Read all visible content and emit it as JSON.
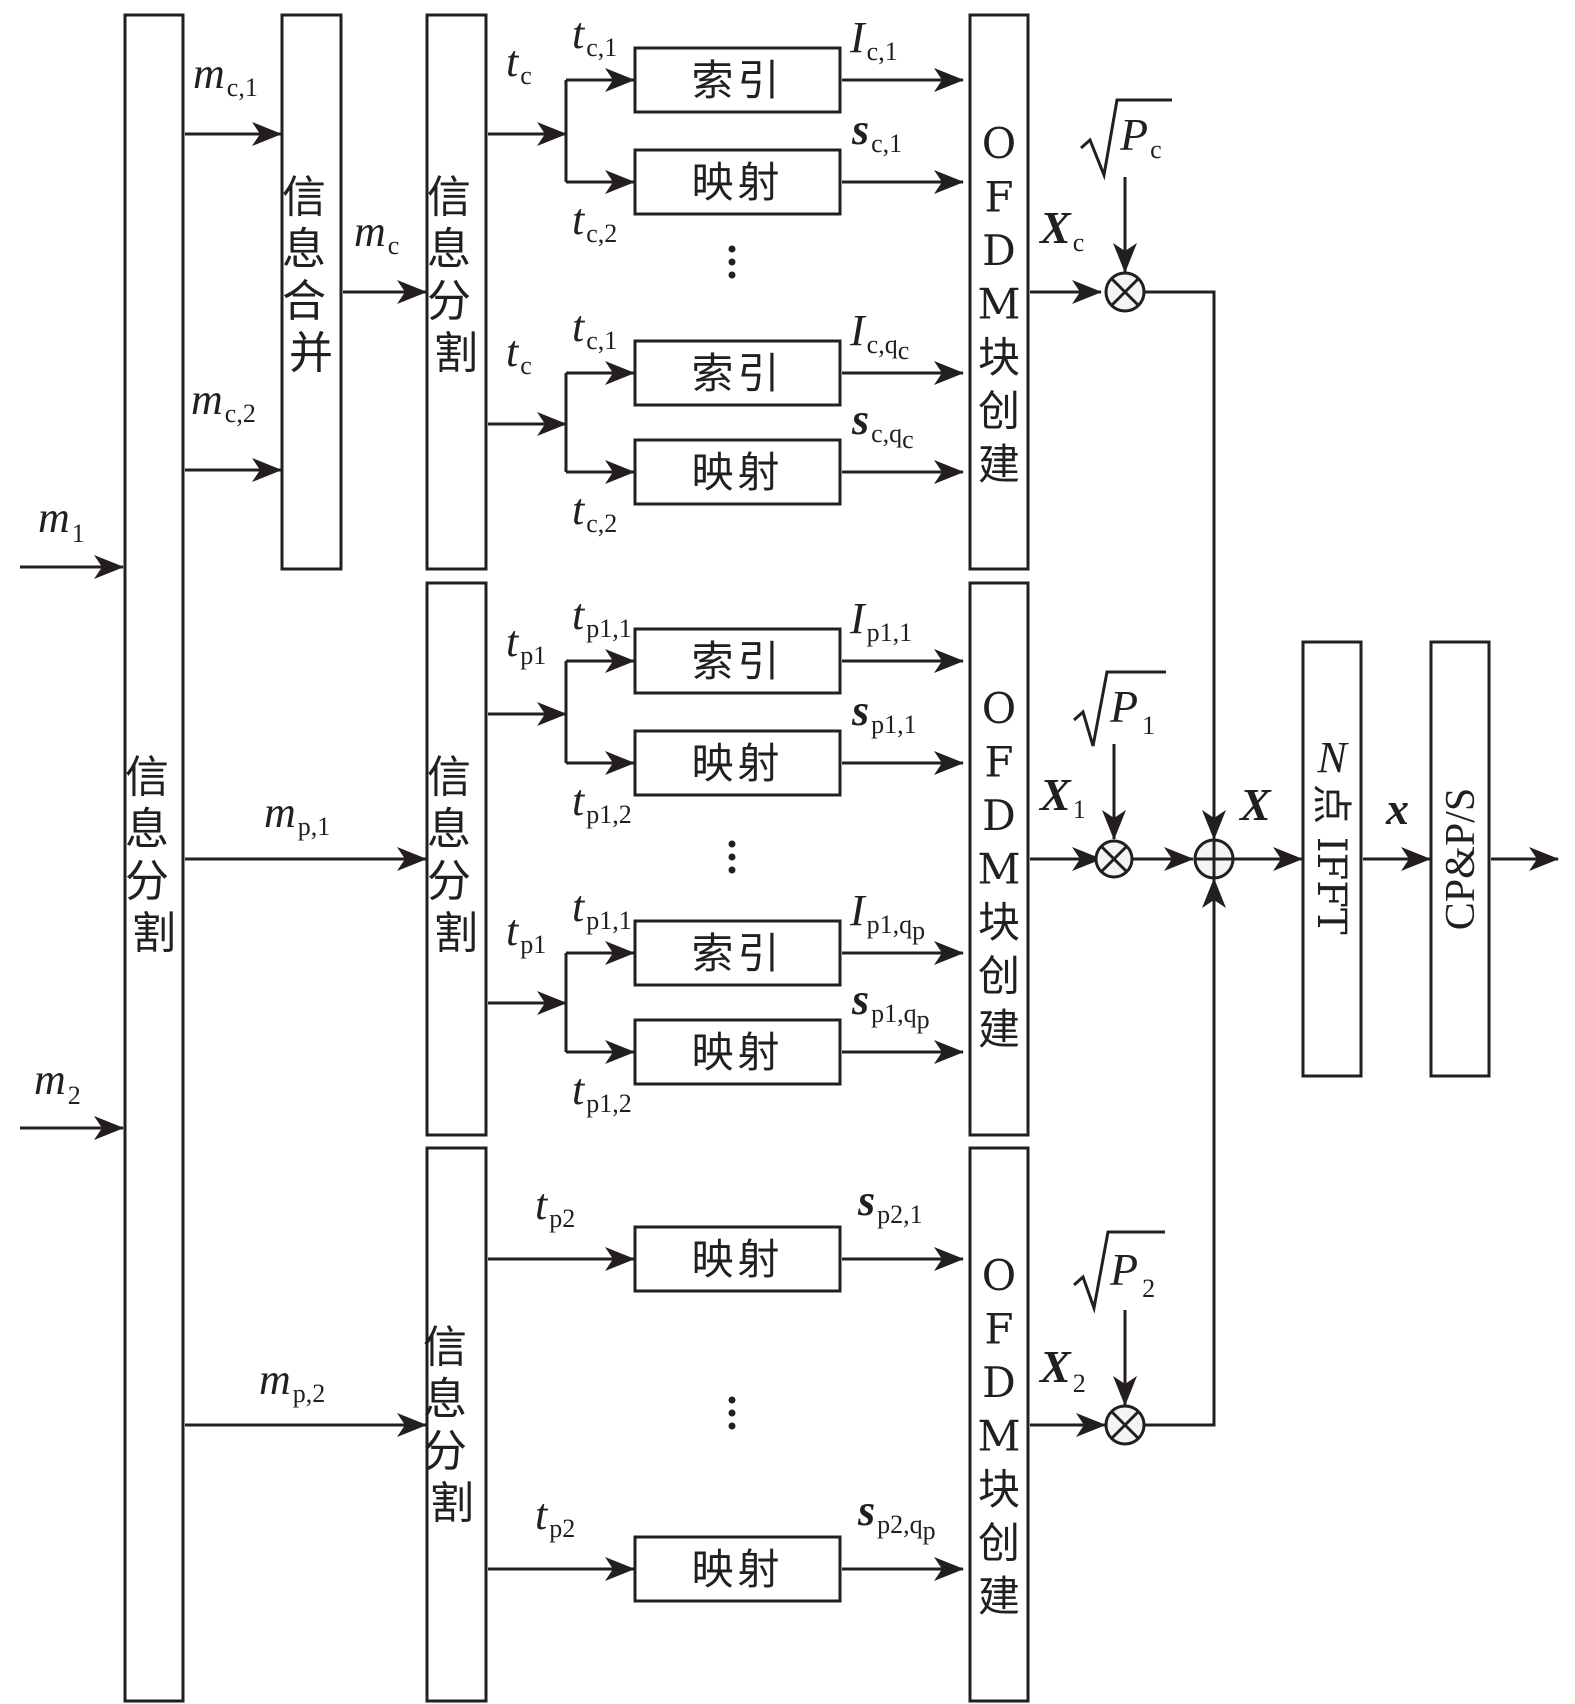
{
  "diagram": {
    "inputs": [
      {
        "symbol": "m",
        "sub": "1"
      },
      {
        "symbol": "m",
        "sub": "2"
      }
    ],
    "blocks": {
      "split_main": "信息分割",
      "merge": "信息合并",
      "split_c": "信息分割",
      "split_p1": "信息分割",
      "split_p2": "信息分割",
      "index": "索引",
      "mapping": "映射",
      "ofdm_c": [
        "O",
        "F",
        "D",
        "M",
        "块",
        "创",
        "建"
      ],
      "ofdm_p1": [
        "O",
        "F",
        "D",
        "M",
        "块",
        "创",
        "建"
      ],
      "ofdm_p2": [
        "O",
        "F",
        "D",
        "M",
        "块",
        "创",
        "建"
      ],
      "ifft_n": "N",
      "ifft_text": "点 IFFT",
      "cp": "CP&P/S"
    },
    "signals": {
      "m_c1": {
        "symbol": "m",
        "sub": "c,1"
      },
      "m_c2": {
        "symbol": "m",
        "sub": "c,2"
      },
      "m_c": {
        "symbol": "m",
        "sub": "c"
      },
      "m_p1": {
        "symbol": "m",
        "sub": "p,1"
      },
      "m_p2": {
        "symbol": "m",
        "sub": "p,2"
      },
      "t_c": {
        "symbol": "t",
        "sub": "c"
      },
      "t_c1": {
        "symbol": "t",
        "sub": "c,1"
      },
      "t_c2": {
        "symbol": "t",
        "sub": "c,2"
      },
      "t_p1": {
        "symbol": "t",
        "sub": "p1"
      },
      "t_p1_1": {
        "symbol": "t",
        "sub": "p1,1"
      },
      "t_p1_2": {
        "symbol": "t",
        "sub": "p1,2"
      },
      "t_p2": {
        "symbol": "t",
        "sub": "p2"
      },
      "I_c1": {
        "symbol": "I",
        "sub": "c,1"
      },
      "s_c1": {
        "symbol": "s",
        "sub": "c,1"
      },
      "I_cqc": {
        "symbol": "I",
        "sub": "c,q",
        "subsub": "c"
      },
      "s_cqc": {
        "symbol": "s",
        "sub": "c,q",
        "subsub": "c"
      },
      "I_p1_1": {
        "symbol": "I",
        "sub": "p1,1"
      },
      "s_p1_1": {
        "symbol": "s",
        "sub": "p1,1"
      },
      "I_p1_qp": {
        "symbol": "I",
        "sub": "p1,q",
        "subsub": "p"
      },
      "s_p1_qp": {
        "symbol": "s",
        "sub": "p1,q",
        "subsub": "p"
      },
      "s_p2_1": {
        "symbol": "s",
        "sub": "p2,1"
      },
      "s_p2_qp": {
        "symbol": "s",
        "sub": "p2,q",
        "subsub": "p"
      },
      "X_c": {
        "symbol": "X",
        "sub": "c"
      },
      "X_1": {
        "symbol": "X",
        "sub": "1"
      },
      "X_2": {
        "symbol": "X",
        "sub": "2"
      },
      "X": {
        "symbol": "X"
      },
      "x": {
        "symbol": "x"
      },
      "P_c": {
        "symbol": "P",
        "sub": "c"
      },
      "P_1": {
        "symbol": "P",
        "sub": "1"
      },
      "P_2": {
        "symbol": "P",
        "sub": "2"
      }
    },
    "ellipsis": "⋮",
    "operators": {
      "multiply": "⊗",
      "add": "⊕"
    }
  }
}
